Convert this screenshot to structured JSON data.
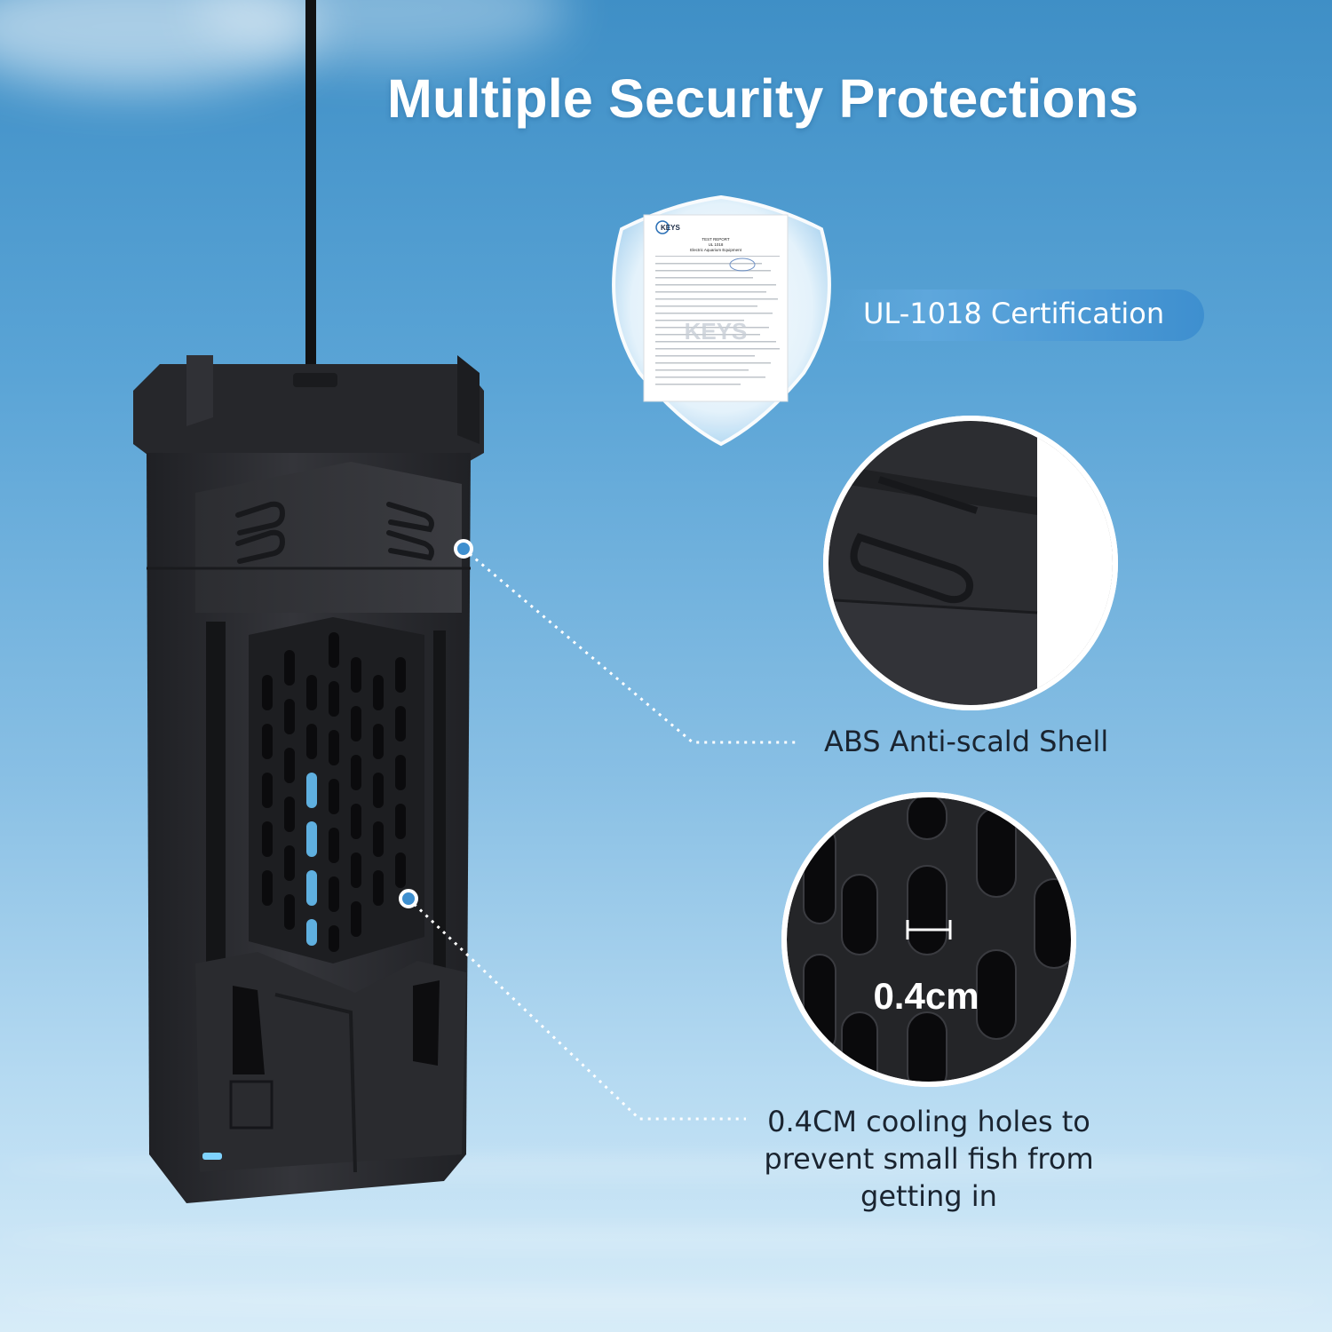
{
  "title": "Multiple Security Protections",
  "features": {
    "certification": "UL-1018 Certification",
    "shell": "ABS Anti-scald Shell",
    "cooling": "0.4CM cooling holes to prevent small fish from getting in"
  },
  "zoom": {
    "hole_gap": "0.4cm"
  },
  "certificate": {
    "logo": "KEYS",
    "heading": "TEST REPORT",
    "standard": "UL 1018",
    "subtitle": "Electric Aquarium Equipment",
    "watermark": "KEYS"
  },
  "colors": {
    "device": "#2b2c30",
    "accent_blue": "#3e8fcf",
    "led": "#7fd3ff"
  }
}
